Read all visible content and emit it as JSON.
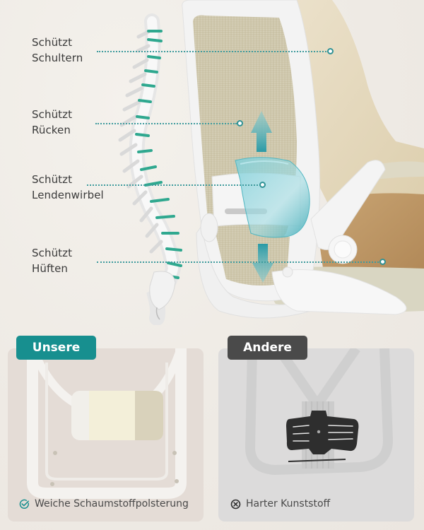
{
  "labels": [
    {
      "line1": "Schützt",
      "line2": "Schultern"
    },
    {
      "line1": "Schützt",
      "line2": "Rücken"
    },
    {
      "line1": "Schützt",
      "line2": "Lendenwirbel"
    },
    {
      "line1": "Schützt",
      "line2": "Hüften"
    }
  ],
  "comparison": {
    "ours": {
      "tag": "Unsere",
      "feature": "Weiche Schaumstoffpolsterung",
      "icon": "check-circle-icon"
    },
    "other": {
      "tag": "Andere",
      "feature": "Harter Kunststoff",
      "icon": "x-circle-icon"
    }
  },
  "colors": {
    "accent": "#178f8f",
    "other_tag": "#4a4a4a",
    "background": "#efebe6",
    "ours_card": "#e4dcd6",
    "other_card": "#dcdbdb",
    "lumbar_support": "#4fb7c2"
  }
}
